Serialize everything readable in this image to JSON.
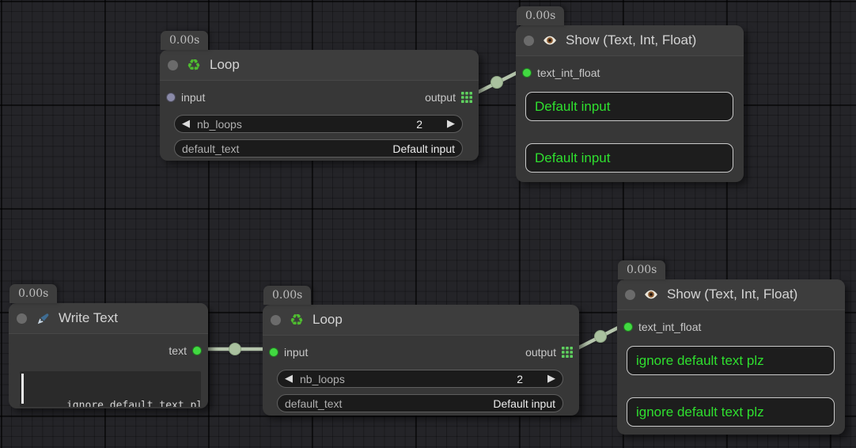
{
  "icons": {
    "recycle": "♻",
    "decrement": "◀",
    "increment": "▶"
  },
  "colors": {
    "node_bg": "#373737",
    "title_bg": "#3d3d3d",
    "accent_green_text": "#2fdf2f",
    "port_green": "#41d941",
    "port_gray": "#8a8aa8",
    "link": "#b5c5ac",
    "grid_icon_green": "#5fd05f"
  },
  "nodes": [
    {
      "type": "Loop",
      "time": "0.00s",
      "title": "Loop",
      "input_label": "input",
      "output_label": "output",
      "widgets": [
        {
          "label": "nb_loops",
          "value": "2"
        },
        {
          "label": "default_text",
          "value": "Default input"
        }
      ]
    },
    {
      "type": "Show (Text, Int, Float)",
      "time": "0.00s",
      "title": "Show (Text, Int, Float)",
      "input_label": "text_int_float",
      "displays": [
        "Default input",
        "Default input"
      ]
    },
    {
      "type": "Write Text",
      "time": "0.00s",
      "title": "Write Text",
      "output_label": "text",
      "text_value": "ignore default text plz"
    },
    {
      "type": "Loop",
      "time": "0.00s",
      "title": "Loop",
      "input_label": "input",
      "output_label": "output",
      "widgets": [
        {
          "label": "nb_loops",
          "value": "2"
        },
        {
          "label": "default_text",
          "value": "Default input"
        }
      ]
    },
    {
      "type": "Show (Text, Int, Float)",
      "time": "0.00s",
      "title": "Show (Text, Int, Float)",
      "input_label": "text_int_float",
      "displays": [
        "ignore default text plz",
        "ignore default text plz"
      ]
    }
  ],
  "links": [
    {
      "from": "Loop (top) output",
      "to": "Show (top) text_int_float"
    },
    {
      "from": "Write Text text",
      "to": "Loop (bottom) input"
    },
    {
      "from": "Loop (bottom) output",
      "to": "Show (bottom) text_int_float"
    }
  ]
}
